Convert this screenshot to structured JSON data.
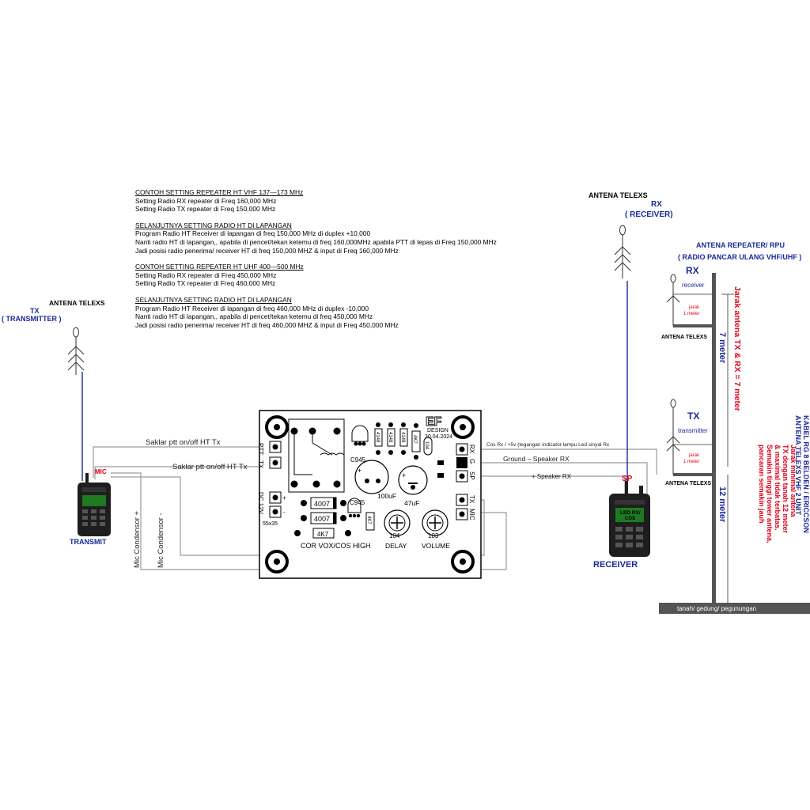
{
  "notes": {
    "vhf_title": "CONTOH SETTING REPEATER HT VHF 137—173 MHz",
    "vhf_rx": "Setting Radio RX repeater  di Freq 160,000 MHz",
    "vhf_tx": "Setting Radio TX repeater  di Freq 150,000 MHz",
    "vhf_field_title": "SELANJUTNYA  SETTING RADIO HT DI LAPANGAN",
    "vhf_field_1": "Program Radio HT Receiver di lapangan   di freq  150,000 MHz di duplex +10,000",
    "vhf_field_2": "Nanti radio HT di lapangan,, apabila di pencet/tekan ketemu di freq 160,000MHz apabila PTT di lepas di Freq 150,000 MHz",
    "vhf_field_3": "Jadi posisi radio penerima/ receiver HT di freq 150,000 MHZ & input di Freq 160,000 MHz",
    "uhf_title": "CONTOH SETTING REPEATER HT UHF 400—500 MHz",
    "uhf_rx": "Setting Radio RX repeater  di Freq 450,000 MHz",
    "uhf_tx": "Setting Radio TX repeater  di Freq 460,000 MHz",
    "uhf_field_title": "SELANJUTNYA  SETTING RADIO HT DI LAPANGAN",
    "uhf_field_1": "Program Radio HT Receiver di lapangan   di freq  460,000 MHz di duplex -10,000",
    "uhf_field_2": "Nanti radio HT di lapangan,, apabila di pencet/tekan ketemu di freq 450,000 MHz",
    "uhf_field_3": "Jadi posisi radio penerima/ receiver HT di freq 460,000 MHZ & input di Freq 450,000 MHz"
  },
  "tx_side": {
    "antenna": "ANTENA TELEXS",
    "tx": "TX",
    "tx_sub": "( TRANSMITTER )",
    "radio_label": "TRANSMIT",
    "mic": "MIC",
    "wire_ptt_1": "Saklar ptt on/off HT Tx",
    "wire_ptt_2": "Saklar ptt on/off HT Tx",
    "wire_mic_plus": "Mic Condensor +",
    "wire_mic_minus": "Mic Condensor -"
  },
  "rx_side": {
    "antenna": "ANTENA TELEXS",
    "rx": "RX",
    "rx_sub": "( RECEIVER)",
    "radio_label": "RECEIVER",
    "sp": "SP",
    "screen_1": "LED RX/",
    "screen_2": "COS",
    "wire_cos": "Cos Rx / +5v (tegangan indicator lampu Led sinyal Rx",
    "wire_ground": "Ground – Speaker RX",
    "wire_speaker": "+ Speaker RX"
  },
  "pcb": {
    "logo": "EF",
    "design": "DESIGN",
    "date": "30.04.2024",
    "ptt": "PTT",
    "tx": "TX",
    "dc": "DC 12V",
    "size": "55x35",
    "plus": "+",
    "minus": "-",
    "rx": "RX",
    "g": "G",
    "sp": "SP",
    "tx_pin": "TX",
    "mic_pin": "MIC",
    "c945_1": "C945",
    "c945_2": "C945",
    "d4007_1": "4007",
    "d4007_2": "4007",
    "cap_100": "100uF",
    "cap_47": "47uF",
    "r_4k7_1": "4K7",
    "r_4k7_2": "4K7",
    "r_4k7_3": "4K7",
    "r_104": "104",
    "pot_104": "104",
    "pot_103": "103",
    "d_4148_1": "4148",
    "d_4148_2": "4148",
    "d_4148_3": "4148",
    "title": "COR VOX/COS HIGH",
    "delay": "DELAY",
    "volume": "VOLUME"
  },
  "tower": {
    "title": "ANTENA REPEATER/ RPU",
    "subtitle": "( RADIO PANCAR ULANG VHF/UHF )",
    "rx": "RX",
    "rx_sub": "receiver",
    "jarak": "jarak",
    "meter": "1   meter",
    "ant_rx": "ANTENA TELEXS",
    "seven": "7 meter",
    "tx": "TX",
    "tx_sub": "transmitter",
    "jarak2": "jarak",
    "meter2": "1   meter",
    "ant_tx": "ANTENA TELEXS",
    "twelve": "12 meter",
    "red_note": "Jarak antena TX & RX = 7 meter",
    "ground": "tanah/ gedung/ pegunungan",
    "dist_1": "Jarak minimal antena",
    "dist_2": "TX dengan tanah 12 meter",
    "dist_3": "& maximal tidak terbatas.",
    "dist_4": "Semakin tinggi tower antena,",
    "dist_5": "pancaran semakin jauh",
    "cable_1": "KABEL RG 8 BELDEN  /  ERICCSON",
    "cable_2": "ANTENA TELEXS VHF  2 UNIT"
  },
  "colors": {
    "blue": "#1a2a9a",
    "red": "#e0001a",
    "wire": "#9a9a9a",
    "radio": "#1e1e1e",
    "screen": "#1f7a1f"
  }
}
